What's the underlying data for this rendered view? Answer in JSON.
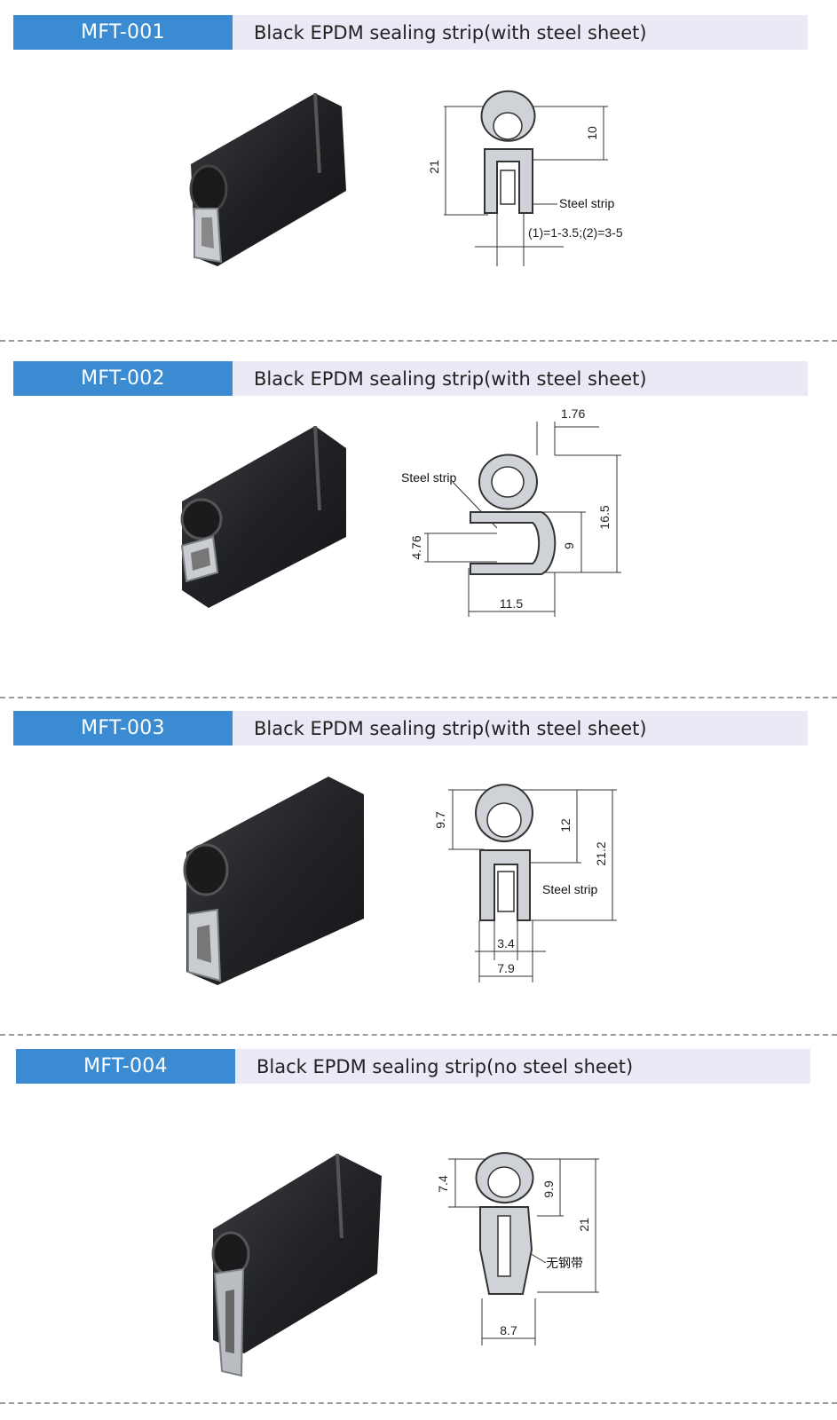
{
  "products": [
    {
      "code": "MFT-001",
      "title": "Black EPDM sealing strip(with steel sheet)",
      "dimensions": {
        "height": "21",
        "bulb": "10",
        "thickness": "(1)=1-3.5;(2)=3-5"
      },
      "callout": "Steel strip"
    },
    {
      "code": "MFT-002",
      "title": "Black EPDM sealing strip(with steel sheet)",
      "dimensions": {
        "top": "1.76",
        "height": "16.5",
        "clip": "9",
        "gap": "4.76",
        "width": "11.5"
      },
      "callout": "Steel strip"
    },
    {
      "code": "MFT-003",
      "title": "Black EPDM sealing strip(with steel sheet)",
      "dimensions": {
        "bulb": "9.7",
        "upper": "12",
        "height": "21.2",
        "inner": "3.4",
        "width": "7.9"
      },
      "callout": "Steel strip"
    },
    {
      "code": "MFT-004",
      "title": "Black EPDM sealing strip(no steel sheet)",
      "dimensions": {
        "bulb": "7.4",
        "upper": "9.9",
        "height": "21",
        "width": "8.7"
      },
      "callout": "无钢带"
    }
  ]
}
